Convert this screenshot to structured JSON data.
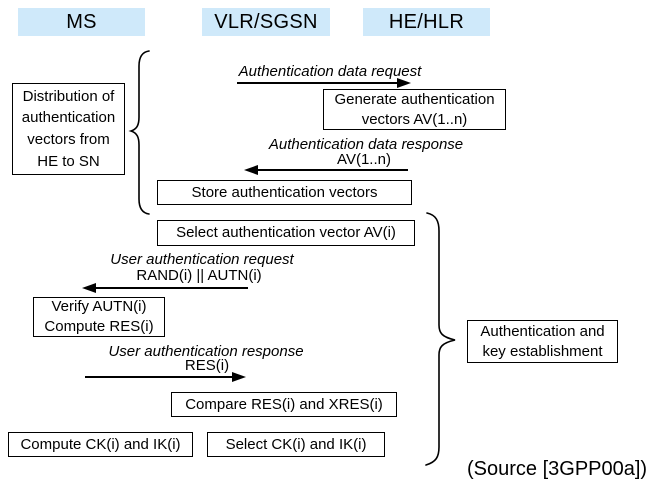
{
  "columns": [
    {
      "label": "MS"
    },
    {
      "label": "VLR/SGSN"
    },
    {
      "label": "HE/HLR"
    }
  ],
  "process_boxes": {
    "generate": {
      "line1": "Generate authentication",
      "line2": "vectors AV(1..n)"
    },
    "store": {
      "line1": "Store authentication vectors"
    },
    "select_av": {
      "line1": "Select authentication vector AV(i)"
    },
    "verify": {
      "line1": "Verify AUTN(i)",
      "line2": "Compute RES(i)"
    },
    "compare": {
      "line1": "Compare RES(i) and XRES(i)"
    },
    "compute_ck": {
      "line1": "Compute CK(i) and IK(i)"
    },
    "select_ck": {
      "line1": "Select CK(i) and IK(i)"
    }
  },
  "messages": [
    {
      "label": "Authentication data request",
      "param": "",
      "direction": "right"
    },
    {
      "label": "Authentication data response",
      "param": "AV(1..n)",
      "direction": "left"
    },
    {
      "label": "User authentication request",
      "param": "RAND(i) || AUTN(i)",
      "direction": "left"
    },
    {
      "label": "User authentication response",
      "param": "RES(i)",
      "direction": "right"
    }
  ],
  "phase_labels": {
    "distribution": {
      "line1": "Distribution of",
      "line2": "authentication",
      "line3": "vectors from",
      "line4": "HE to SN"
    },
    "auth_key": {
      "line1": "Authentication and",
      "line2": "key establishment"
    }
  },
  "source_note": "(Source [3GPP00a])",
  "colors": {
    "header_bg": "#cfe9fa",
    "stroke": "#000000"
  }
}
